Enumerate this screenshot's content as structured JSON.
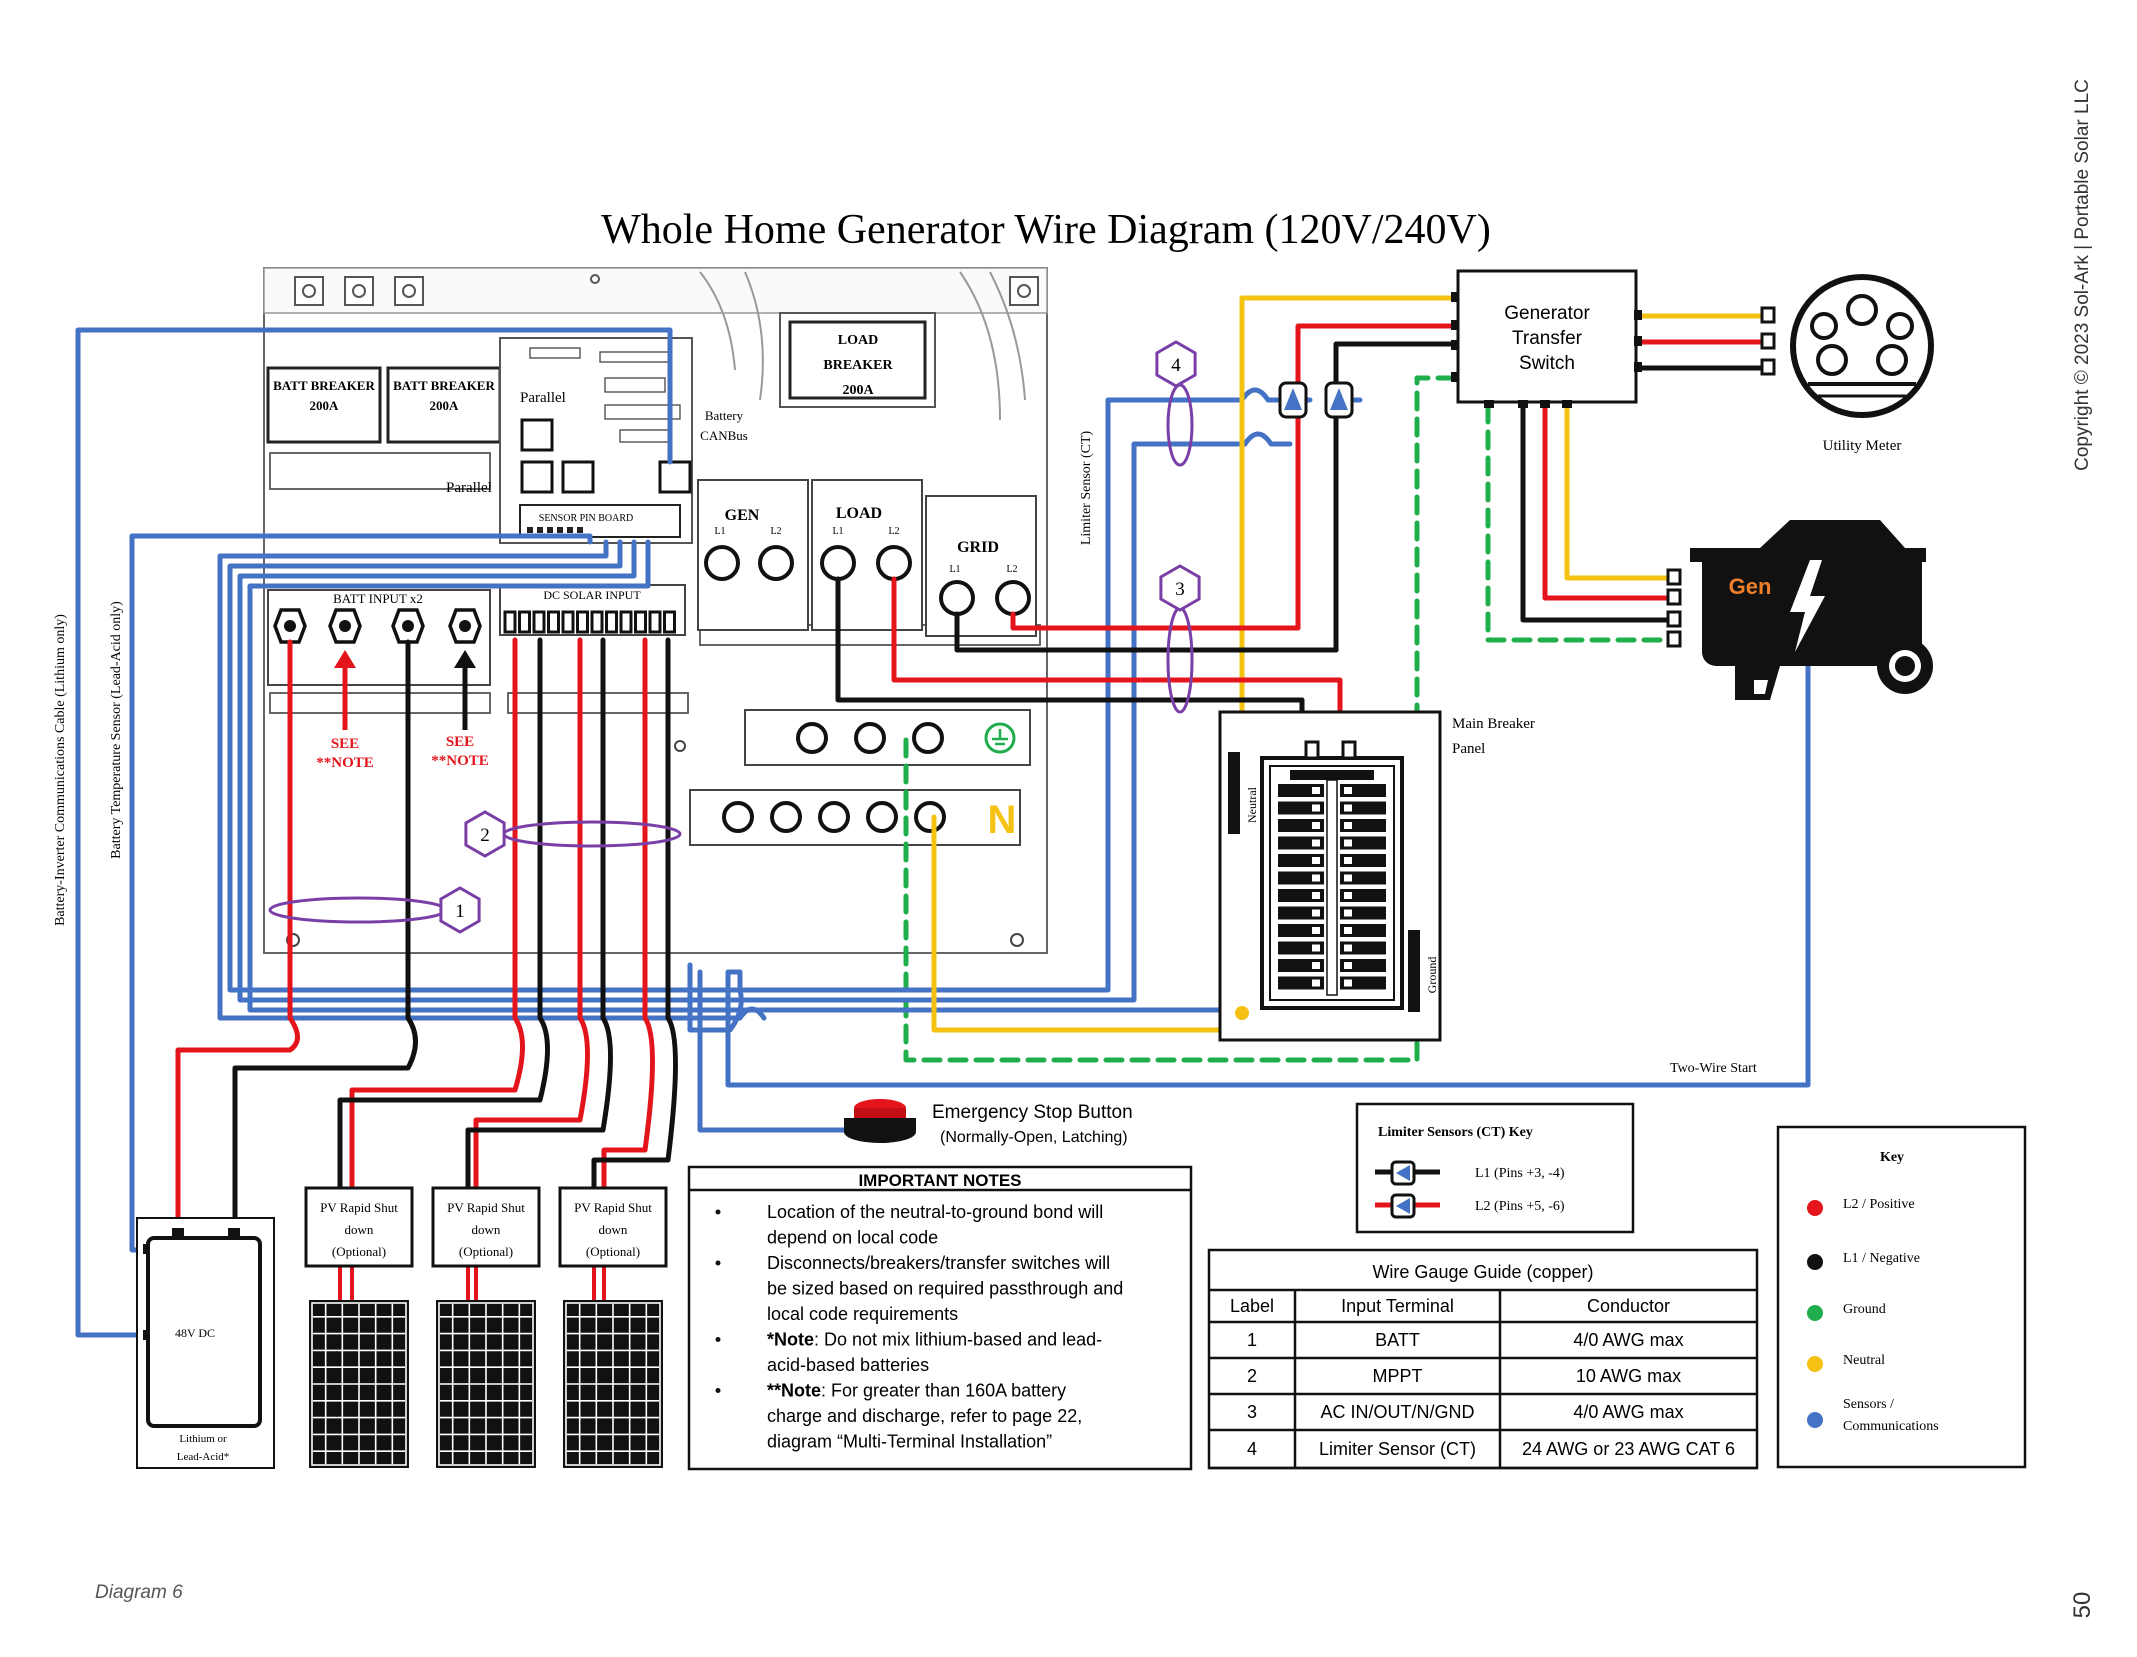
{
  "title": "Whole Home Generator Wire Diagram (120V/240V)",
  "copyright": "Copyright © 2023 Sol-Ark | Portable Solar LLC",
  "caption": "Diagram 6",
  "page_number": "50",
  "inverter": {
    "batt_breaker_1": [
      "BATT BREAKER",
      "200A"
    ],
    "batt_breaker_2": [
      "BATT BREAKER",
      "200A"
    ],
    "load_breaker": [
      "LOAD",
      "BREAKER",
      "200A"
    ],
    "parallel_1": "Parallel",
    "parallel_2": "Parallel",
    "battery_canbus": [
      "Battery",
      "CANBus"
    ],
    "sensor_pin_board": "SENSOR PIN BOARD",
    "batt_input": "BATT INPUT x2",
    "dc_solar_input": "DC SOLAR INPUT",
    "gen": "GEN",
    "load": "LOAD",
    "grid": "GRID",
    "l1": "L1",
    "l2": "L2",
    "see_note": [
      "SEE",
      "**NOTE"
    ],
    "neutral_symbol": "N"
  },
  "side_labels": {
    "comm_cable": "Battery-Inverter Communications Cable (Lithium only)",
    "temp_sensor": "Battery Temperature Sensor (Lead-Acid only)",
    "limiter_sensor": "Limiter Sensor (CT)"
  },
  "callouts": [
    "1",
    "2",
    "3",
    "4"
  ],
  "transfer_switch": [
    "Generator",
    "Transfer",
    "Switch"
  ],
  "utility_meter": "Utility Meter",
  "generator": "Gen",
  "main_panel": {
    "label": [
      "Main Breaker",
      "Panel"
    ],
    "neutral": "Neutral",
    "ground": "Ground"
  },
  "two_wire_start": "Two-Wire Start",
  "estop": [
    "Emergency Stop Button",
    "(Normally-Open, Latching)"
  ],
  "battery": {
    "voltage": "48V DC",
    "type": [
      "Lithium or",
      "Lead-Acid*"
    ]
  },
  "pv_rsd": [
    "PV Rapid Shut",
    "down",
    "(Optional)"
  ],
  "important_notes": {
    "title": "IMPORTANT NOTES",
    "items": [
      {
        "bold": "",
        "lines": [
          "Location of the neutral-to-ground bond will",
          "depend on local code"
        ]
      },
      {
        "bold": "",
        "lines": [
          "Disconnects/breakers/transfer switches will",
          "be sized based on required passthrough and",
          "local code requirements"
        ]
      },
      {
        "bold": "*Note",
        "lines": [
          ": Do not mix lithium-based and lead-",
          "acid-based batteries"
        ]
      },
      {
        "bold": "**Note",
        "lines": [
          ": For greater than 160A battery",
          "charge and discharge, refer to page 22,",
          "diagram “Multi-Terminal Installation”"
        ]
      }
    ]
  },
  "ct_key": {
    "title": "Limiter Sensors (CT) Key",
    "l1": "L1 (Pins +3, -4)",
    "l2": "L2 (Pins +5, -6)"
  },
  "wire_gauge": {
    "title": "Wire Gauge Guide (copper)",
    "headers": [
      "Label",
      "Input Terminal",
      "Conductor"
    ],
    "rows": [
      [
        "1",
        "BATT",
        "4/0 AWG max"
      ],
      [
        "2",
        "MPPT",
        "10 AWG max"
      ],
      [
        "3",
        "AC IN/OUT/N/GND",
        "4/0 AWG max"
      ],
      [
        "4",
        "Limiter Sensor (CT)",
        "24 AWG or 23 AWG CAT 6"
      ]
    ]
  },
  "key": {
    "title": "Key",
    "items": [
      {
        "label": [
          "L2 / Positive"
        ],
        "color": "#e3141b"
      },
      {
        "label": [
          "L1 / Negative"
        ],
        "color": "#111111"
      },
      {
        "label": [
          "Ground"
        ],
        "color": "#1fae4b"
      },
      {
        "label": [
          "Neutral"
        ],
        "color": "#f5c113"
      },
      {
        "label": [
          "Sensors /",
          "Communications"
        ],
        "color": "#4472c4"
      }
    ]
  },
  "colors": {
    "red": "#e3141b",
    "black": "#111111",
    "green": "#1fae4b",
    "yellow": "#f5c113",
    "blue": "#4472c4",
    "purple": "#7a3fa6",
    "orange": "#f07f2a",
    "note_red": "#e3141b"
  }
}
